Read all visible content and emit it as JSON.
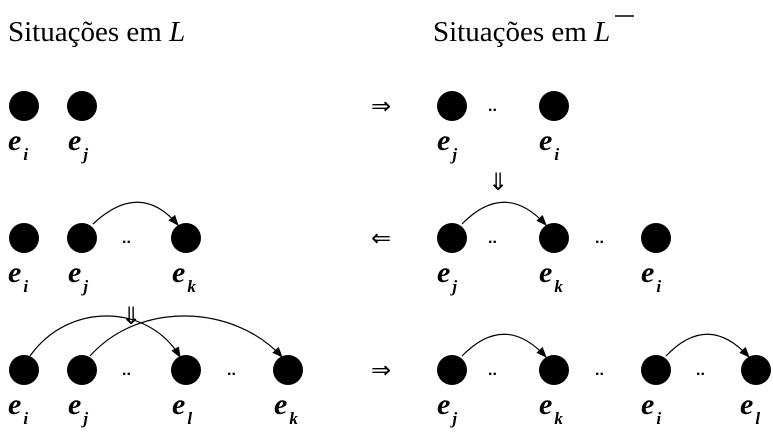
{
  "headings": {
    "left_prefix": "Situações em",
    "left_var": "L",
    "right_prefix": "Situações em",
    "right_var": "L"
  },
  "symbols": {
    "e": "e",
    "dots": "..",
    "arrow_right": "⇒",
    "arrow_left": "⇐",
    "arrow_down": "⇓"
  },
  "labels": {
    "i": "i",
    "j": "j",
    "k": "k",
    "l": "l"
  },
  "colors": {
    "ink": "#000000",
    "background": "#ffffff"
  }
}
